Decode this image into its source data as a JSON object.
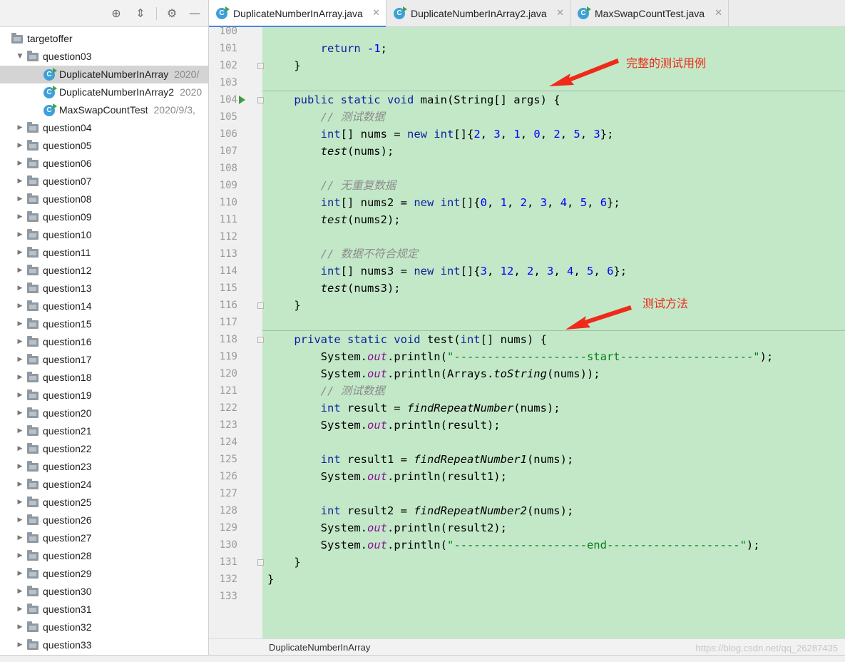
{
  "sidebar": {
    "items": [
      {
        "label": "targetoffer",
        "date": "",
        "kind": "folder",
        "depth": 0,
        "expanded": true
      },
      {
        "label": "question03",
        "date": "",
        "kind": "folder",
        "depth": 1,
        "expanded": true
      },
      {
        "label": "DuplicateNumberInArray",
        "date": "2020/",
        "kind": "class",
        "depth": 2,
        "selected": true
      },
      {
        "label": "DuplicateNumberInArray2",
        "date": "2020",
        "kind": "class",
        "depth": 2
      },
      {
        "label": "MaxSwapCountTest",
        "date": "2020/9/3,",
        "kind": "class",
        "depth": 2
      },
      {
        "label": "question04",
        "kind": "folder",
        "depth": 1
      },
      {
        "label": "question05",
        "kind": "folder",
        "depth": 1
      },
      {
        "label": "question06",
        "kind": "folder",
        "depth": 1
      },
      {
        "label": "question07",
        "kind": "folder",
        "depth": 1
      },
      {
        "label": "question08",
        "kind": "folder",
        "depth": 1
      },
      {
        "label": "question09",
        "kind": "folder",
        "depth": 1
      },
      {
        "label": "question10",
        "kind": "folder",
        "depth": 1
      },
      {
        "label": "question11",
        "kind": "folder",
        "depth": 1
      },
      {
        "label": "question12",
        "kind": "folder",
        "depth": 1
      },
      {
        "label": "question13",
        "kind": "folder",
        "depth": 1
      },
      {
        "label": "question14",
        "kind": "folder",
        "depth": 1
      },
      {
        "label": "question15",
        "kind": "folder",
        "depth": 1
      },
      {
        "label": "question16",
        "kind": "folder",
        "depth": 1
      },
      {
        "label": "question17",
        "kind": "folder",
        "depth": 1
      },
      {
        "label": "question18",
        "kind": "folder",
        "depth": 1
      },
      {
        "label": "question19",
        "kind": "folder",
        "depth": 1
      },
      {
        "label": "question20",
        "kind": "folder",
        "depth": 1
      },
      {
        "label": "question21",
        "kind": "folder",
        "depth": 1
      },
      {
        "label": "question22",
        "kind": "folder",
        "depth": 1
      },
      {
        "label": "question23",
        "kind": "folder",
        "depth": 1
      },
      {
        "label": "question24",
        "kind": "folder",
        "depth": 1
      },
      {
        "label": "question25",
        "kind": "folder",
        "depth": 1
      },
      {
        "label": "question26",
        "kind": "folder",
        "depth": 1
      },
      {
        "label": "question27",
        "kind": "folder",
        "depth": 1
      },
      {
        "label": "question28",
        "kind": "folder",
        "depth": 1
      },
      {
        "label": "question29",
        "kind": "folder",
        "depth": 1
      },
      {
        "label": "question30",
        "kind": "folder",
        "depth": 1
      },
      {
        "label": "question31",
        "kind": "folder",
        "depth": 1
      },
      {
        "label": "question32",
        "kind": "folder",
        "depth": 1
      },
      {
        "label": "question33",
        "kind": "folder",
        "depth": 1
      }
    ]
  },
  "tabs": [
    {
      "label": "DuplicateNumberInArray.java",
      "active": true
    },
    {
      "label": "DuplicateNumberInArray2.java",
      "active": false
    },
    {
      "label": "MaxSwapCountTest.java",
      "active": false
    }
  ],
  "icons": {
    "close": "close-icon",
    "class": "java-class-icon",
    "folder": "folder-icon",
    "target": "locate-icon",
    "collapse": "collapse-icon",
    "gear": "gear-icon",
    "hide": "minimize-icon"
  },
  "editor": {
    "lines": [
      {
        "n": "100",
        "tokens": []
      },
      {
        "n": "101",
        "tokens": [
          [
            "kw",
            "        return "
          ],
          [
            "num",
            "-1"
          ],
          [
            "",
            "; "
          ]
        ]
      },
      {
        "n": "102",
        "tokens": [
          [
            "",
            "    }"
          ]
        ],
        "fold": true
      },
      {
        "n": "103",
        "tokens": []
      },
      {
        "n": "104",
        "tokens": [
          [
            "kw",
            "    public static void "
          ],
          [
            "",
            "main(String[] args) {"
          ]
        ],
        "fold": true,
        "run": true,
        "sep": true
      },
      {
        "n": "105",
        "tokens": [
          [
            "cm",
            "        // 测试数据"
          ]
        ]
      },
      {
        "n": "106",
        "tokens": [
          [
            "kw",
            "        int"
          ],
          [
            "",
            "[] nums = "
          ],
          [
            "kw",
            "new int"
          ],
          [
            "",
            "[]{"
          ],
          [
            "num",
            "2"
          ],
          [
            "",
            ", "
          ],
          [
            "num",
            "3"
          ],
          [
            "",
            ", "
          ],
          [
            "num",
            "1"
          ],
          [
            "",
            ", "
          ],
          [
            "num",
            "0"
          ],
          [
            "",
            ", "
          ],
          [
            "num",
            "2"
          ],
          [
            "",
            ", "
          ],
          [
            "num",
            "5"
          ],
          [
            "",
            ", "
          ],
          [
            "num",
            "3"
          ],
          [
            "",
            "};"
          ]
        ]
      },
      {
        "n": "107",
        "tokens": [
          [
            "it",
            "        test"
          ],
          [
            "",
            "(nums);"
          ]
        ]
      },
      {
        "n": "108",
        "tokens": []
      },
      {
        "n": "109",
        "tokens": [
          [
            "cm",
            "        // 无重复数据"
          ]
        ]
      },
      {
        "n": "110",
        "tokens": [
          [
            "kw",
            "        int"
          ],
          [
            "",
            "[] nums2 = "
          ],
          [
            "kw",
            "new int"
          ],
          [
            "",
            "[]{"
          ],
          [
            "num",
            "0"
          ],
          [
            "",
            ", "
          ],
          [
            "num",
            "1"
          ],
          [
            "",
            ", "
          ],
          [
            "num",
            "2"
          ],
          [
            "",
            ", "
          ],
          [
            "num",
            "3"
          ],
          [
            "",
            ", "
          ],
          [
            "num",
            "4"
          ],
          [
            "",
            ", "
          ],
          [
            "num",
            "5"
          ],
          [
            "",
            ", "
          ],
          [
            "num",
            "6"
          ],
          [
            "",
            "};"
          ]
        ]
      },
      {
        "n": "111",
        "tokens": [
          [
            "it",
            "        test"
          ],
          [
            "",
            "(nums2);"
          ]
        ]
      },
      {
        "n": "112",
        "tokens": []
      },
      {
        "n": "113",
        "tokens": [
          [
            "cm",
            "        // 数据不符合规定"
          ]
        ]
      },
      {
        "n": "114",
        "tokens": [
          [
            "kw",
            "        int"
          ],
          [
            "",
            "[] nums3 = "
          ],
          [
            "kw",
            "new int"
          ],
          [
            "",
            "[]{"
          ],
          [
            "num",
            "3"
          ],
          [
            "",
            ", "
          ],
          [
            "num",
            "12"
          ],
          [
            "",
            ", "
          ],
          [
            "num",
            "2"
          ],
          [
            "",
            ", "
          ],
          [
            "num",
            "3"
          ],
          [
            "",
            ", "
          ],
          [
            "num",
            "4"
          ],
          [
            "",
            ", "
          ],
          [
            "num",
            "5"
          ],
          [
            "",
            ", "
          ],
          [
            "num",
            "6"
          ],
          [
            "",
            "};"
          ]
        ]
      },
      {
        "n": "115",
        "tokens": [
          [
            "it",
            "        test"
          ],
          [
            "",
            "(nums3);"
          ]
        ]
      },
      {
        "n": "116",
        "tokens": [
          [
            "",
            "    }"
          ]
        ],
        "fold": true
      },
      {
        "n": "117",
        "tokens": []
      },
      {
        "n": "118",
        "tokens": [
          [
            "kw",
            "    private static void "
          ],
          [
            "",
            "test("
          ],
          [
            "kw",
            "int"
          ],
          [
            "",
            "[] nums) {"
          ]
        ],
        "fold": true,
        "sep": true
      },
      {
        "n": "119",
        "tokens": [
          [
            "",
            "        System."
          ],
          [
            "fld",
            "out"
          ],
          [
            "",
            ".println("
          ],
          [
            "str",
            "\"--------------------start--------------------\""
          ],
          [
            "",
            ");"
          ]
        ]
      },
      {
        "n": "120",
        "tokens": [
          [
            "",
            "        System."
          ],
          [
            "fld",
            "out"
          ],
          [
            "",
            ".println(Arrays."
          ],
          [
            "it",
            "toString"
          ],
          [
            "",
            "(nums));"
          ]
        ]
      },
      {
        "n": "121",
        "tokens": [
          [
            "cm",
            "        // 测试数据"
          ]
        ]
      },
      {
        "n": "122",
        "tokens": [
          [
            "kw",
            "        int "
          ],
          [
            "",
            "result = "
          ],
          [
            "it",
            "findRepeatNumber"
          ],
          [
            "",
            "(nums);"
          ]
        ]
      },
      {
        "n": "123",
        "tokens": [
          [
            "",
            "        System."
          ],
          [
            "fld",
            "out"
          ],
          [
            "",
            ".println(result);"
          ]
        ]
      },
      {
        "n": "124",
        "tokens": []
      },
      {
        "n": "125",
        "tokens": [
          [
            "kw",
            "        int "
          ],
          [
            "",
            "result1 = "
          ],
          [
            "it",
            "findRepeatNumber1"
          ],
          [
            "",
            "(nums);"
          ]
        ]
      },
      {
        "n": "126",
        "tokens": [
          [
            "",
            "        System."
          ],
          [
            "fld",
            "out"
          ],
          [
            "",
            ".println(result1);"
          ]
        ]
      },
      {
        "n": "127",
        "tokens": []
      },
      {
        "n": "128",
        "tokens": [
          [
            "kw",
            "        int "
          ],
          [
            "",
            "result2 = "
          ],
          [
            "it",
            "findRepeatNumber2"
          ],
          [
            "",
            "(nums);"
          ]
        ]
      },
      {
        "n": "129",
        "tokens": [
          [
            "",
            "        System."
          ],
          [
            "fld",
            "out"
          ],
          [
            "",
            ".println(result2);"
          ]
        ]
      },
      {
        "n": "130",
        "tokens": [
          [
            "",
            "        System."
          ],
          [
            "fld",
            "out"
          ],
          [
            "",
            ".println("
          ],
          [
            "str",
            "\"--------------------end--------------------\""
          ],
          [
            "",
            ");"
          ]
        ]
      },
      {
        "n": "131",
        "tokens": [
          [
            "",
            "    }"
          ]
        ],
        "fold": true
      },
      {
        "n": "132",
        "tokens": [
          [
            "",
            "}"
          ]
        ]
      },
      {
        "n": "133",
        "tokens": []
      }
    ]
  },
  "annotations": {
    "full_tests": "完整的测试用例",
    "test_method": "测试方法",
    "color": "#ef2a1a"
  },
  "breadcrumb": "DuplicateNumberInArray",
  "watermark": "https://blog.csdn.net/qq_26287435"
}
